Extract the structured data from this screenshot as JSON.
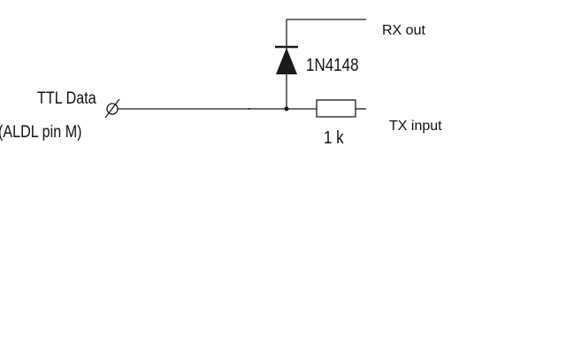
{
  "labels": {
    "ttl_data": "TTL Data",
    "aldl_pin": "(ALDL pin M)",
    "diode": "1N4148",
    "resistor": "1 k",
    "rx_out": "RX out",
    "tx_input": "TX input"
  },
  "colors": {
    "wire": "#1a1a1a",
    "background": "#ffffff"
  }
}
